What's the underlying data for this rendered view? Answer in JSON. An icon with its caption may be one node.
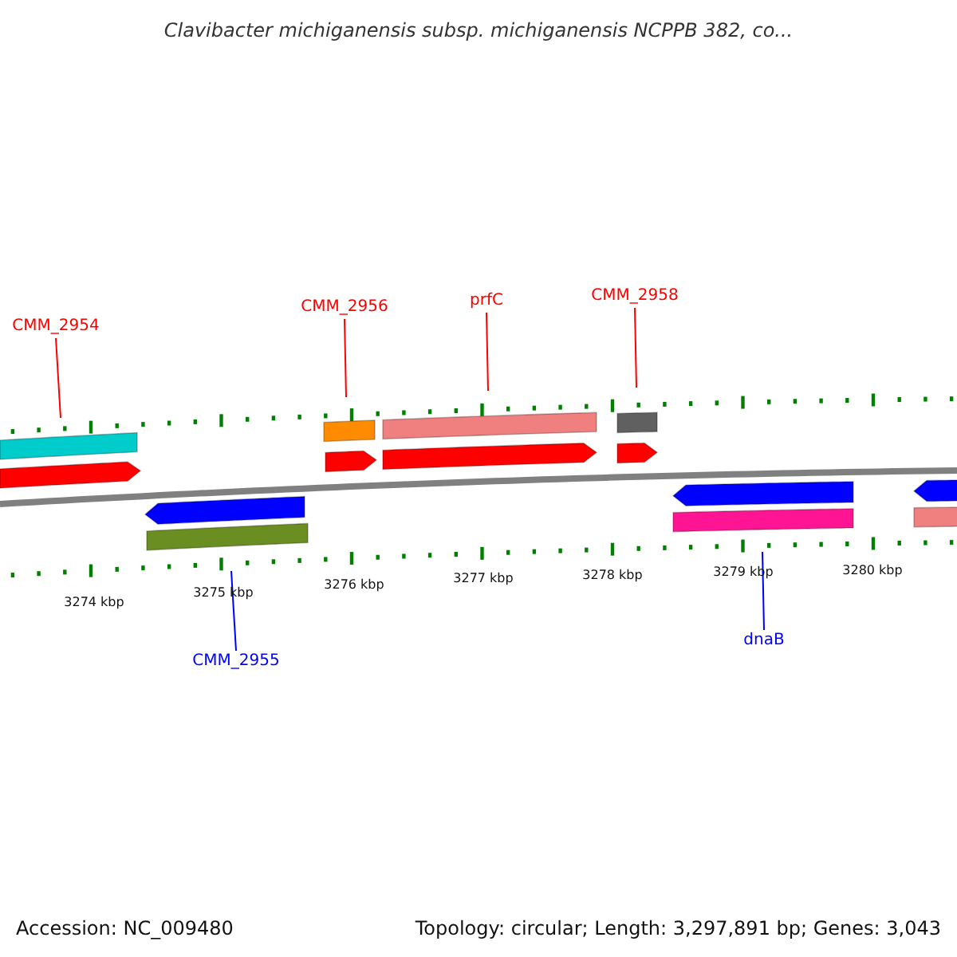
{
  "diagram": {
    "title": "Clavibacter michiganensis subsp. michiganensis NCPPB 382, co...",
    "nodes": [
      {
        "text": [
          "CMM_2954"
        ]
      },
      {
        "text": [
          "CMM_2956"
        ]
      },
      {
        "text": [
          "prfC"
        ]
      },
      {
        "text": [
          "CMM_2958"
        ]
      },
      {
        "text": [
          "CMM_2955"
        ]
      },
      {
        "text": [
          "dnaB"
        ]
      }
    ],
    "edges": [
      {
        "from": 0,
        "to": null,
        "arrow": "none"
      },
      {
        "from": 1,
        "to": null,
        "arrow": "none"
      },
      {
        "from": 2,
        "to": null,
        "arrow": "none"
      },
      {
        "from": 3,
        "to": null,
        "arrow": "none"
      },
      {
        "from": 4,
        "to": null,
        "arrow": "none",
        "color": "#0000ff"
      },
      {
        "from": 5,
        "to": null,
        "arrow": "none",
        "color": "#0000ff"
      }
    ],
    "labels": [
      "3274 kbp",
      "3275 kbp",
      "3276 kbp",
      "3277 kbp",
      "3278 kbp",
      "3279 kbp",
      "3280 kbp",
      "Accession: NC_009480",
      "Topology: circular; Length: 3,297,891 bp; Genes: 3,043"
    ]
  }
}
